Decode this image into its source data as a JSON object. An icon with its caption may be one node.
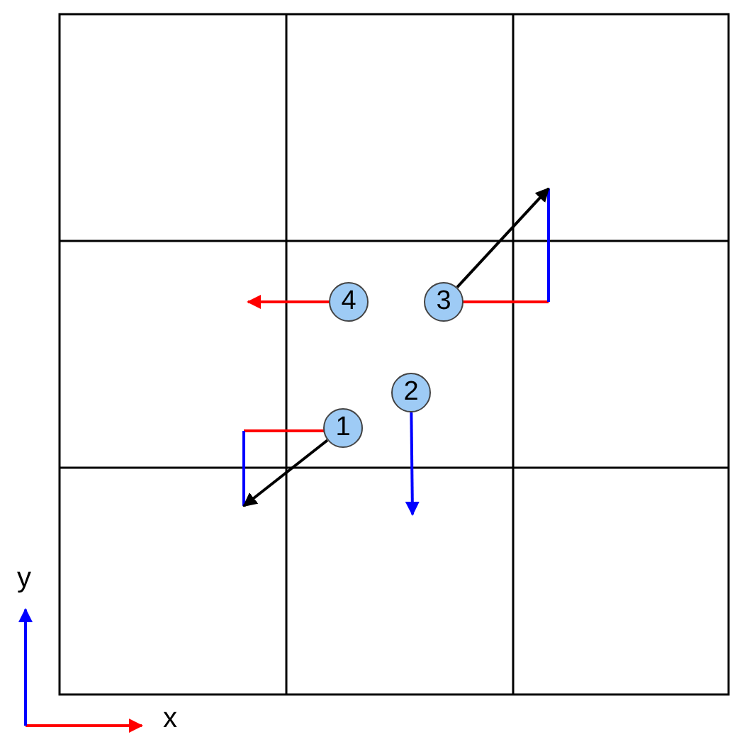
{
  "diagram": {
    "nodes": [
      {
        "text": [
          "1"
        ]
      },
      {
        "text": [
          "2"
        ]
      },
      {
        "text": [
          "3"
        ]
      },
      {
        "text": [
          "4"
        ]
      }
    ],
    "edges": [
      {
        "from": 0,
        "to": null,
        "arrow": "to"
      },
      {
        "from": 1,
        "to": null,
        "arrow": "to",
        "color": "#0000ff"
      },
      {
        "from": 2,
        "to": null,
        "arrow": "to"
      },
      {
        "from": 3,
        "to": null,
        "arrow": "to",
        "color": "#ff0000"
      }
    ],
    "labels": [
      "y",
      "x"
    ]
  }
}
